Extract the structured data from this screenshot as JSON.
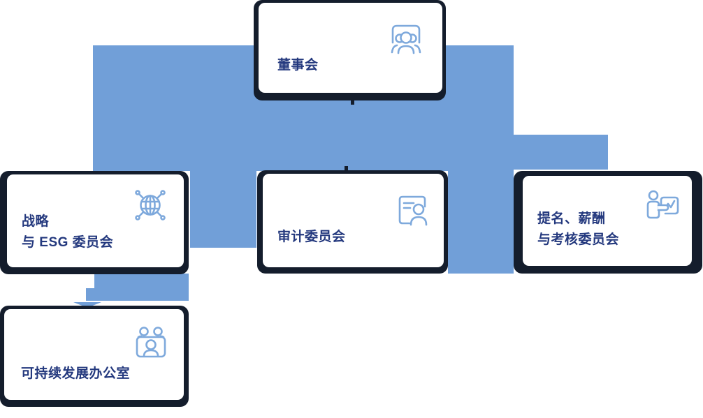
{
  "figure_type": "organization-chart",
  "colors": {
    "connector_blue": "#719fd8",
    "frame_dark_navy": "#141d2c",
    "card_white": "#ffffff",
    "label_navy": "#24397e",
    "icon_light_blue": "#7ea9dc"
  },
  "org_chart": {
    "nodes": [
      {
        "id": "board",
        "label_lines": [
          "董事会"
        ],
        "icon": "board-meeting-icon"
      },
      {
        "id": "strategy_esg",
        "label_lines": [
          "战略",
          "与 ESG 委员会"
        ],
        "icon": "network-globe-icon"
      },
      {
        "id": "audit",
        "label_lines": [
          "审计委员会"
        ],
        "icon": "audit-card-icon"
      },
      {
        "id": "nomination_remuneration",
        "label_lines": [
          "提名、薪酬",
          "与考核委员会"
        ],
        "icon": "presenter-chart-icon"
      },
      {
        "id": "sustainability_office",
        "label_lines": [
          "可持续发展办公室"
        ],
        "icon": "team-meeting-icon"
      }
    ],
    "edges": [
      {
        "from": "board",
        "to": "strategy_esg"
      },
      {
        "from": "board",
        "to": "audit"
      },
      {
        "from": "board",
        "to": "nomination_remuneration"
      },
      {
        "from": "strategy_esg",
        "to": "sustainability_office",
        "arrow": "down"
      }
    ]
  }
}
